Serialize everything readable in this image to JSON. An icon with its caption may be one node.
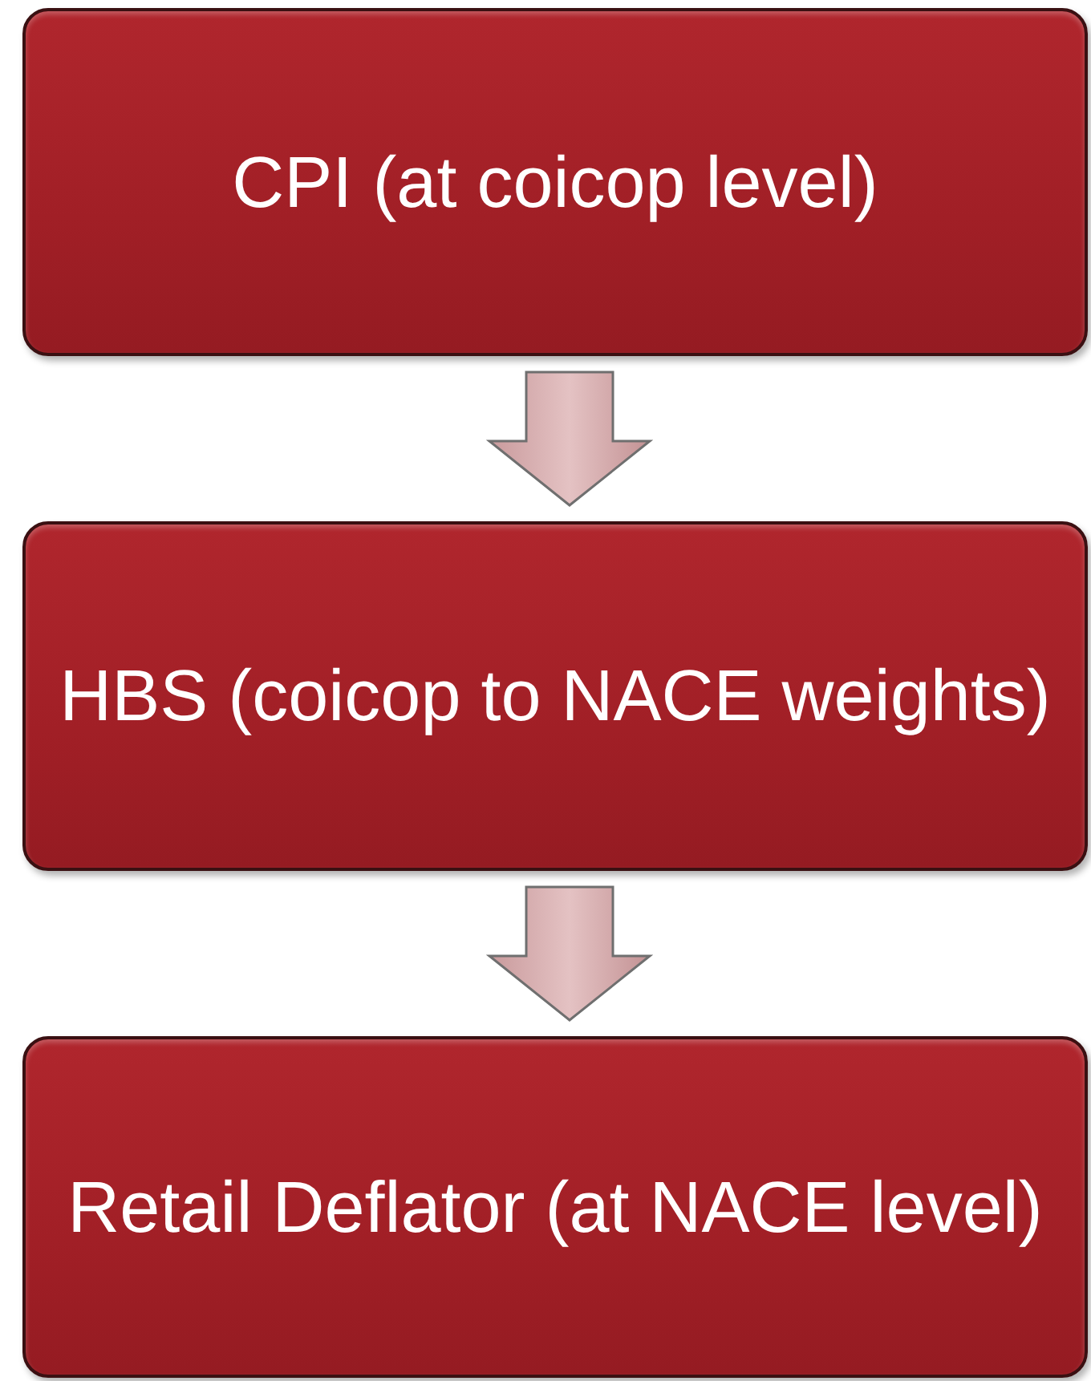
{
  "diagram": {
    "nodes": [
      {
        "text": [
          "CPI (at coicop level)"
        ]
      },
      {
        "text": [
          "HBS (coicop to NACE weights)"
        ]
      },
      {
        "text": [
          "Retail Deflator (at NACE level)"
        ]
      }
    ],
    "edges": [
      {
        "from": 0,
        "to": 1,
        "arrow": "to"
      },
      {
        "from": 1,
        "to": 2,
        "arrow": "to"
      }
    ]
  }
}
